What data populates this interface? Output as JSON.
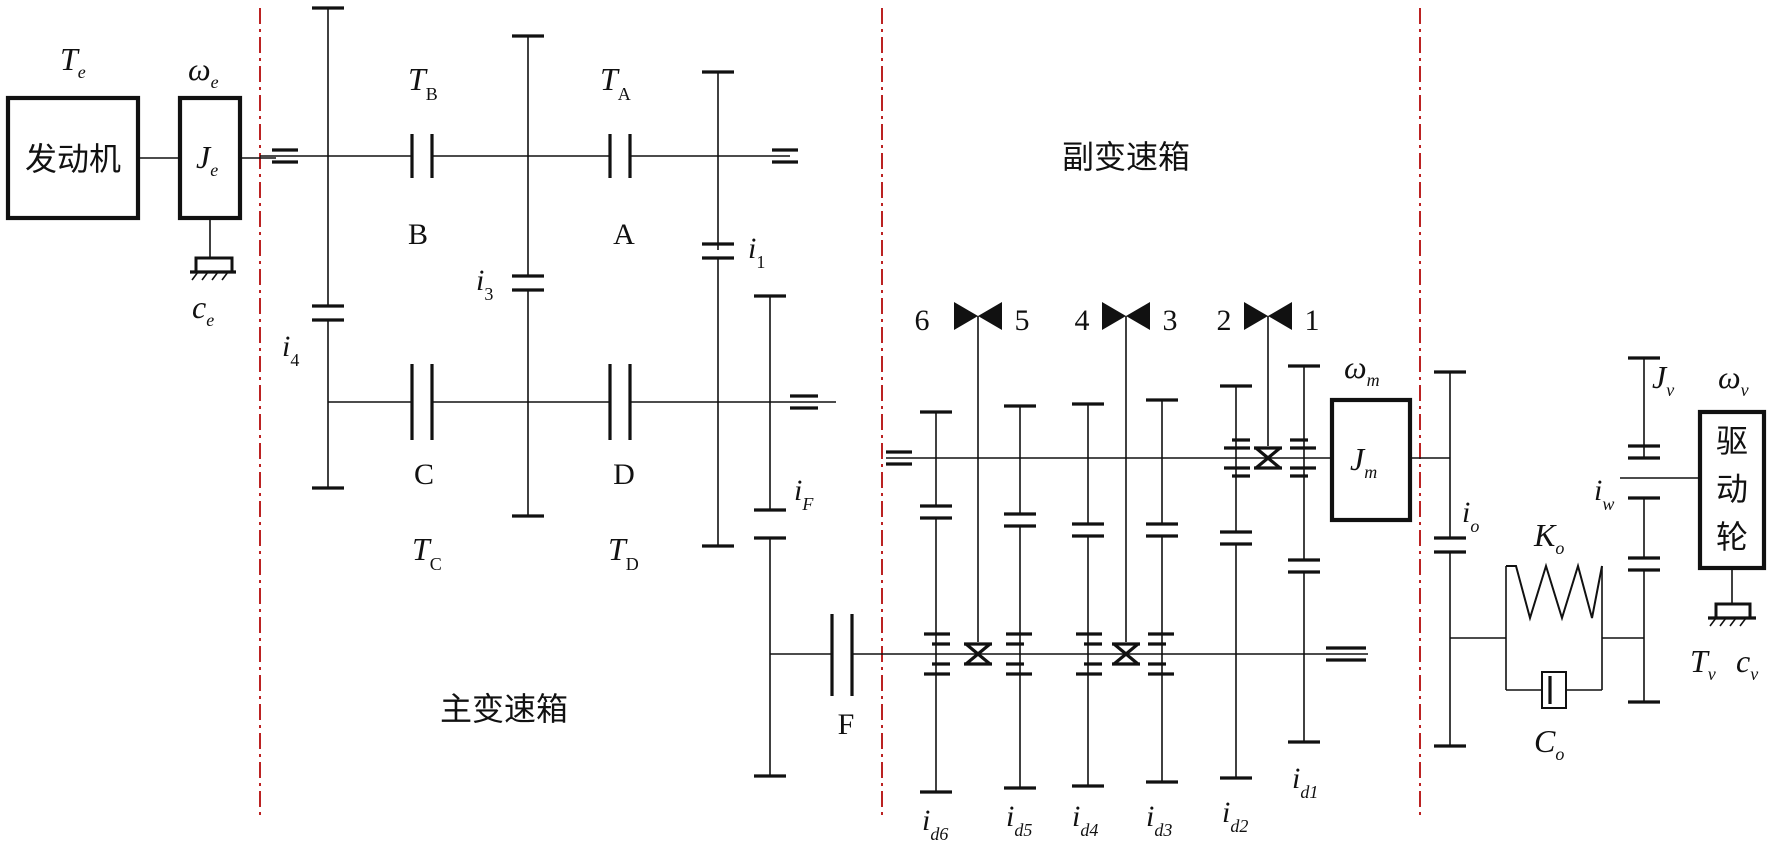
{
  "engine": {
    "box_label": "发动机",
    "torque": {
      "sym": "T",
      "sub": "e"
    },
    "speed": {
      "sym": "ω",
      "sub": "e"
    },
    "inertia": {
      "sym": "J",
      "sub": "e"
    },
    "damping": {
      "sym": "c",
      "sub": "e"
    }
  },
  "main_gearbox": {
    "title": "主变速箱",
    "clutch_labels": {
      "B": "B",
      "A": "A",
      "C": "C",
      "D": "D",
      "F": "F"
    },
    "clutch_torques": {
      "B": {
        "sym": "T",
        "sub": "B"
      },
      "A": {
        "sym": "T",
        "sub": "A"
      },
      "C": {
        "sym": "T",
        "sub": "C"
      },
      "D": {
        "sym": "T",
        "sub": "D"
      }
    },
    "ratios": {
      "i1": {
        "sym": "i",
        "sub": "1"
      },
      "i3": {
        "sym": "i",
        "sub": "3"
      },
      "i4": {
        "sym": "i",
        "sub": "4"
      },
      "iF": {
        "sym": "i",
        "sub": "F"
      }
    }
  },
  "aux_gearbox": {
    "title": "副变速箱",
    "synchro_numbers": [
      "6",
      "5",
      "4",
      "3",
      "2",
      "1"
    ],
    "ratios": [
      {
        "sym": "i",
        "sub": "d6"
      },
      {
        "sym": "i",
        "sub": "d5"
      },
      {
        "sym": "i",
        "sub": "d4"
      },
      {
        "sym": "i",
        "sub": "d3"
      },
      {
        "sym": "i",
        "sub": "d2"
      },
      {
        "sym": "i",
        "sub": "d1"
      }
    ],
    "inertia": {
      "sym": "J",
      "sub": "m"
    },
    "speed": {
      "sym": "ω",
      "sub": "m"
    }
  },
  "driveline": {
    "final_ratio": {
      "sym": "i",
      "sub": "o"
    },
    "stiffness": {
      "sym": "K",
      "sub": "o"
    },
    "damper": {
      "sym": "C",
      "sub": "o"
    },
    "wheel_ratio": {
      "sym": "i",
      "sub": "w"
    },
    "wheel_box_label": [
      "驱",
      "动",
      "轮"
    ],
    "wheel_inertia": {
      "sym": "J",
      "sub": "v"
    },
    "wheel_speed": {
      "sym": "ω",
      "sub": "v"
    },
    "wheel_torque": {
      "sym": "T",
      "sub": "v"
    },
    "wheel_damping": {
      "sym": "c",
      "sub": "v"
    }
  },
  "colors": {
    "line": "#111111",
    "separator": "#bb2222",
    "background": "#ffffff"
  }
}
